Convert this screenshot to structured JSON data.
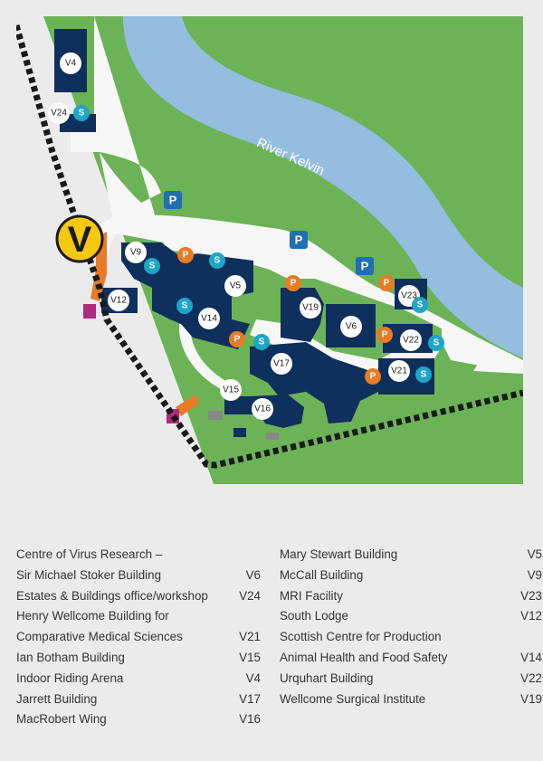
{
  "map": {
    "river_label": "River Kelvin",
    "site_marker": "V",
    "buildings": [
      {
        "code": "V4"
      },
      {
        "code": "V24"
      },
      {
        "code": "V9"
      },
      {
        "code": "V5"
      },
      {
        "code": "V12"
      },
      {
        "code": "V14"
      },
      {
        "code": "V19"
      },
      {
        "code": "V6"
      },
      {
        "code": "V23"
      },
      {
        "code": "V22"
      },
      {
        "code": "V17"
      },
      {
        "code": "V21"
      },
      {
        "code": "V15"
      },
      {
        "code": "V16"
      }
    ],
    "parking_symbol": "P",
    "bike_symbol": "P",
    "bus_symbol": "S",
    "colors": {
      "grass": "#6cb357",
      "building": "#0f2f5c",
      "road": "#f7f7f7",
      "river": "#94bde0",
      "parking": "#1f6fb2",
      "cycle": "#e87b25",
      "bus": "#1ea5c8",
      "gate": "#b02a7e",
      "marker": "#f5c811",
      "boundary": "#1a1a1a",
      "background": "#ebebeb"
    }
  },
  "legend": {
    "left": [
      {
        "name": "Centre of Virus Research –",
        "code": ""
      },
      {
        "name": "Sir Michael Stoker Building",
        "code": "V6"
      },
      {
        "name": "Estates & Buildings office/workshop",
        "code": "V24"
      },
      {
        "name": "Henry Wellcome Building for",
        "code": ""
      },
      {
        "name": "Comparative Medical Sciences",
        "code": "V21"
      },
      {
        "name": "Ian Botham Building",
        "code": "V15"
      },
      {
        "name": "Indoor Riding Arena",
        "code": "V4"
      },
      {
        "name": "Jarrett Building",
        "code": "V17"
      },
      {
        "name": "MacRobert Wing",
        "code": "V16"
      }
    ],
    "right": [
      {
        "name": "Mary Stewart Building",
        "code": "V5"
      },
      {
        "name": "McCall Building",
        "code": "V9"
      },
      {
        "name": "MRI Facility",
        "code": "V23"
      },
      {
        "name": "South Lodge",
        "code": "V12"
      },
      {
        "name": "Scottish Centre for Production",
        "code": ""
      },
      {
        "name": "Animal Health and Food Safety",
        "code": "V14"
      },
      {
        "name": "Urquhart Building",
        "code": "V22"
      },
      {
        "name": "Wellcome Surgical Institute",
        "code": "V19"
      }
    ]
  }
}
